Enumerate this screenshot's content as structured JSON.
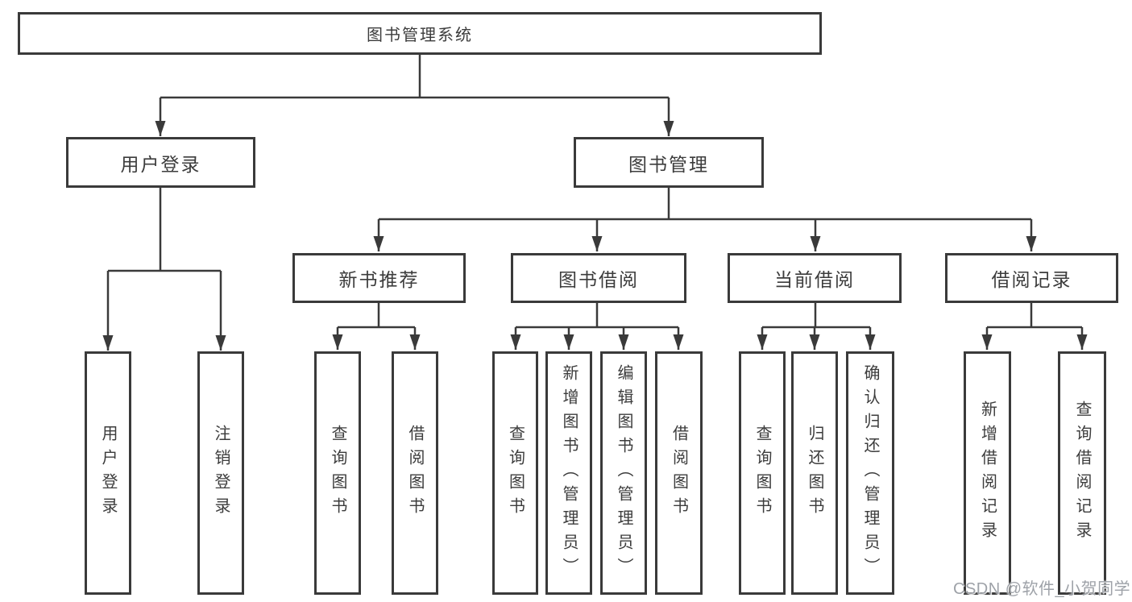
{
  "colors": {
    "line": "#3a3a3a",
    "box_border": "#3a3a3a",
    "text": "#3c3c3c",
    "watermark": "#9ea2a8",
    "background": "#ffffff"
  },
  "diagram": {
    "root": {
      "label": "图书管理系统"
    },
    "branches": [
      {
        "label": "用户登录",
        "children": [
          {
            "label": "用户登录"
          },
          {
            "label": "注销登录"
          }
        ]
      },
      {
        "label": "图书管理",
        "children": [
          {
            "label": "新书推荐",
            "children": [
              {
                "label": "查询图书"
              },
              {
                "label": "借阅图书"
              }
            ]
          },
          {
            "label": "图书借阅",
            "children": [
              {
                "label": "查询图书"
              },
              {
                "label": "新增图书（管理员）"
              },
              {
                "label": "编辑图书（管理员）"
              },
              {
                "label": "借阅图书"
              }
            ]
          },
          {
            "label": "当前借阅",
            "children": [
              {
                "label": "查询图书"
              },
              {
                "label": "归还图书"
              },
              {
                "label": "确认归还（管理员）"
              }
            ]
          },
          {
            "label": "借阅记录",
            "children": [
              {
                "label": "新增借阅记录"
              },
              {
                "label": "查询借阅记录"
              }
            ]
          }
        ]
      }
    ]
  },
  "watermark": {
    "text": "CSDN @软件_小贺同学"
  }
}
